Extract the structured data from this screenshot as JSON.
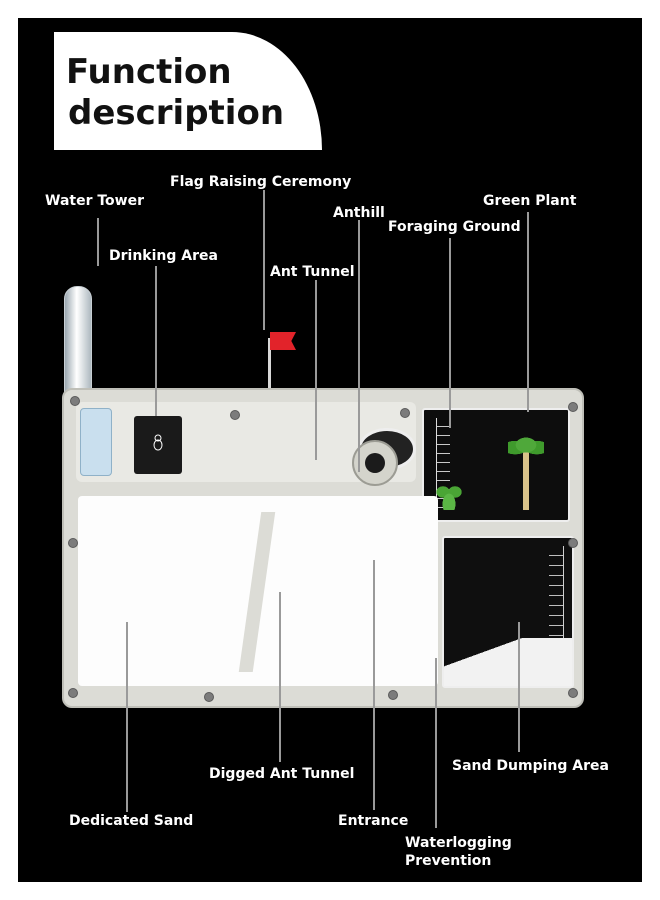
{
  "title": {
    "line1": "Function",
    "line2": "description"
  },
  "callouts": {
    "water_tower": "Water Tower",
    "flag_raising_ceremony": "Flag Raising Ceremony",
    "green_plant": "Green Plant",
    "anthill": "Anthill",
    "foraging_ground": "Foraging Ground",
    "drinking_area": "Drinking Area",
    "ant_tunnel": "Ant Tunnel",
    "digged_ant_tunnel": "Digged Ant Tunnel",
    "sand_dumping_area": "Sand Dumping Area",
    "dedicated_sand": "Dedicated Sand",
    "entrance": "Entrance",
    "waterlogging_prevention_1": "Waterlogging",
    "waterlogging_prevention_2": "Prevention"
  },
  "colors": {
    "background": "#000000",
    "label": "#ffffff",
    "flag": "#e2232a",
    "water_cap": "#2c63c9"
  }
}
